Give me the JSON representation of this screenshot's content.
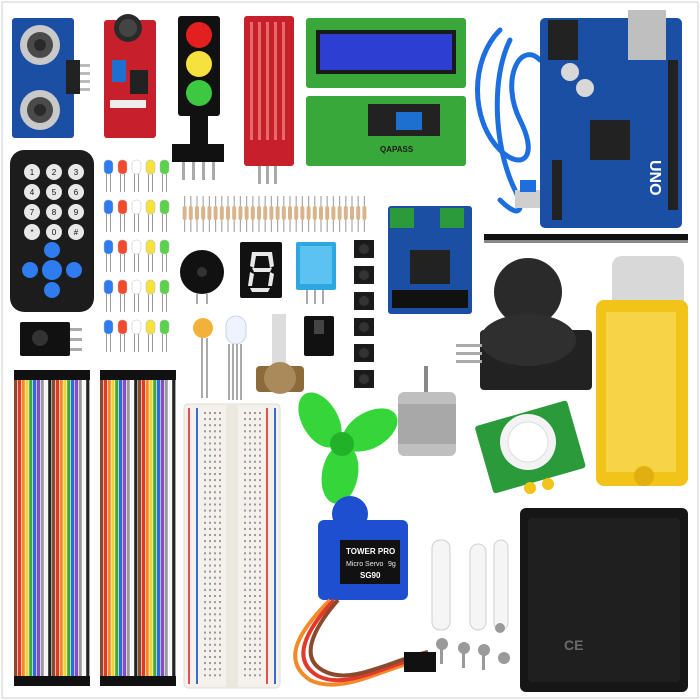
{
  "labels": {
    "lcd_brand": "QAPASS",
    "board_model": "UNO",
    "servo_brand": "TOWER PRO",
    "servo_type": "Micro Servo",
    "servo_weight": "9g",
    "servo_model": "SG90",
    "remote_keys": [
      "1",
      "2",
      "3",
      "4",
      "5",
      "6",
      "7",
      "8",
      "9",
      "*",
      "0",
      "#"
    ],
    "certification_mark": "CE"
  },
  "colors": {
    "board_blue": "#1b4fa3",
    "module_red": "#c8202a",
    "lcd_green": "#39a83a",
    "lcd_screen": "#2d3fd0",
    "motor_yellow": "#f2c318",
    "fan_green": "#35d63a",
    "battery_black": "#161616",
    "remote_black": "#1c1c1c"
  },
  "led_colors": [
    "#2e7cf0",
    "#f24a2a",
    "#ffffff",
    "#f6e23c",
    "#5ad24a"
  ],
  "wire_colors": [
    "#8b4a2b",
    "#e23a2a",
    "#f28a2a",
    "#f2d23a",
    "#3aaa3a",
    "#2a6ae2",
    "#8a4ac8",
    "#9a9a9a",
    "#f5f5f5",
    "#222222"
  ]
}
